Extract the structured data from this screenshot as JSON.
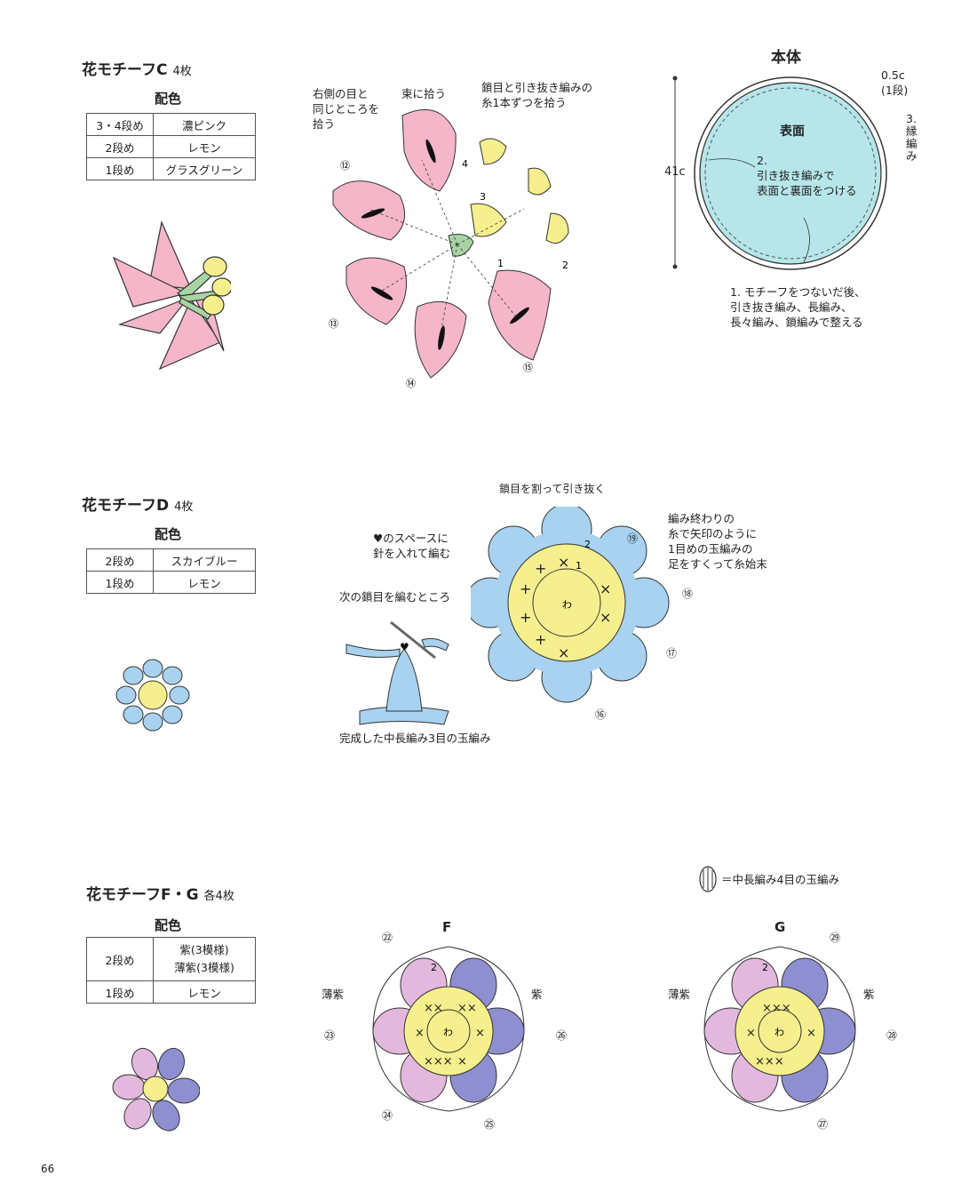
{
  "motif_c": {
    "title": "花モチーフC",
    "count": "4枚",
    "haishoku": "配色",
    "rows": [
      {
        "round": "3・4段め",
        "color": "濃ピンク"
      },
      {
        "round": "2段め",
        "color": "レモン"
      },
      {
        "round": "1段め",
        "color": "グラスグリーン"
      }
    ],
    "notes": {
      "same_place": "右側の目と\n同じところを\n拾う",
      "bundle": "束に拾う",
      "one_strand": "鎖目と引き抜き編みの\n糸1本ずつを拾う"
    },
    "labels": {
      "c12": "⑫",
      "c13": "⑬",
      "c14": "⑭",
      "c15": "⑮",
      "r1": "1",
      "r2": "2",
      "r3": "3",
      "r4": "4"
    },
    "colors": {
      "pink": "#f4b6c8",
      "lemon": "#f6ef8e",
      "green": "#a8d4a4"
    }
  },
  "body_part": {
    "title": "本体",
    "front": "表面",
    "dim_outer": "41c",
    "edge": "0.5c\n(1段)",
    "edging": "3.\n縁\n編\nみ",
    "step2": "2.\n引き抜き編みで\n表面と裏面をつける",
    "step1": "1. モチーフをつないだ後、\n引き抜き編み、長編み、\n長々編み、鎖編みで整える",
    "colors": {
      "fill": "#b6e6ea"
    }
  },
  "motif_d": {
    "title": "花モチーフD",
    "count": "4枚",
    "haishoku": "配色",
    "rows": [
      {
        "round": "2段め",
        "color": "スカイブルー"
      },
      {
        "round": "1段め",
        "color": "レモン"
      }
    ],
    "notes": {
      "split_chain": "鎖目を割って引き抜く",
      "heart_space": "♥のスペースに\n針を入れて編む",
      "finish": "編み終わりの\n糸で矢印のように\n1目めの玉編みの\n足をすくって糸始末",
      "next_chain": "次の鎖目を編むところ",
      "completed": "完成した中長編み3目の玉編み"
    },
    "labels": {
      "wa": "わ",
      "c16": "⑯",
      "c17": "⑰",
      "c18": "⑱",
      "c19": "⑲",
      "r1": "1",
      "r2": "2"
    },
    "colors": {
      "blue": "#a8d2ef",
      "lemon": "#f6ef8e"
    }
  },
  "motif_fg": {
    "title": "花モチーフF・G",
    "count": "各4枚",
    "haishoku": "配色",
    "rows": [
      {
        "round": "2段め",
        "color": "紫(3模様)\n薄紫(3模様)"
      },
      {
        "round": "1段め",
        "color": "レモン"
      }
    ],
    "legend": "＝中長編み4目の玉編み",
    "f": {
      "label": "F",
      "left": "薄紫",
      "right": "紫",
      "c22": "㉒",
      "c23": "㉓",
      "c24": "㉔",
      "c25": "㉕",
      "c26": "㉖",
      "wa": "わ",
      "r2": "2"
    },
    "g": {
      "label": "G",
      "left": "薄紫",
      "right": "紫",
      "c27": "㉗",
      "c28": "㉘",
      "c29": "㉙",
      "wa": "わ",
      "r2": "2"
    },
    "colors": {
      "purple": "#8e8fd0",
      "light_purple": "#e3b8dd",
      "lemon": "#f6ef8e"
    }
  },
  "page_number": "66"
}
